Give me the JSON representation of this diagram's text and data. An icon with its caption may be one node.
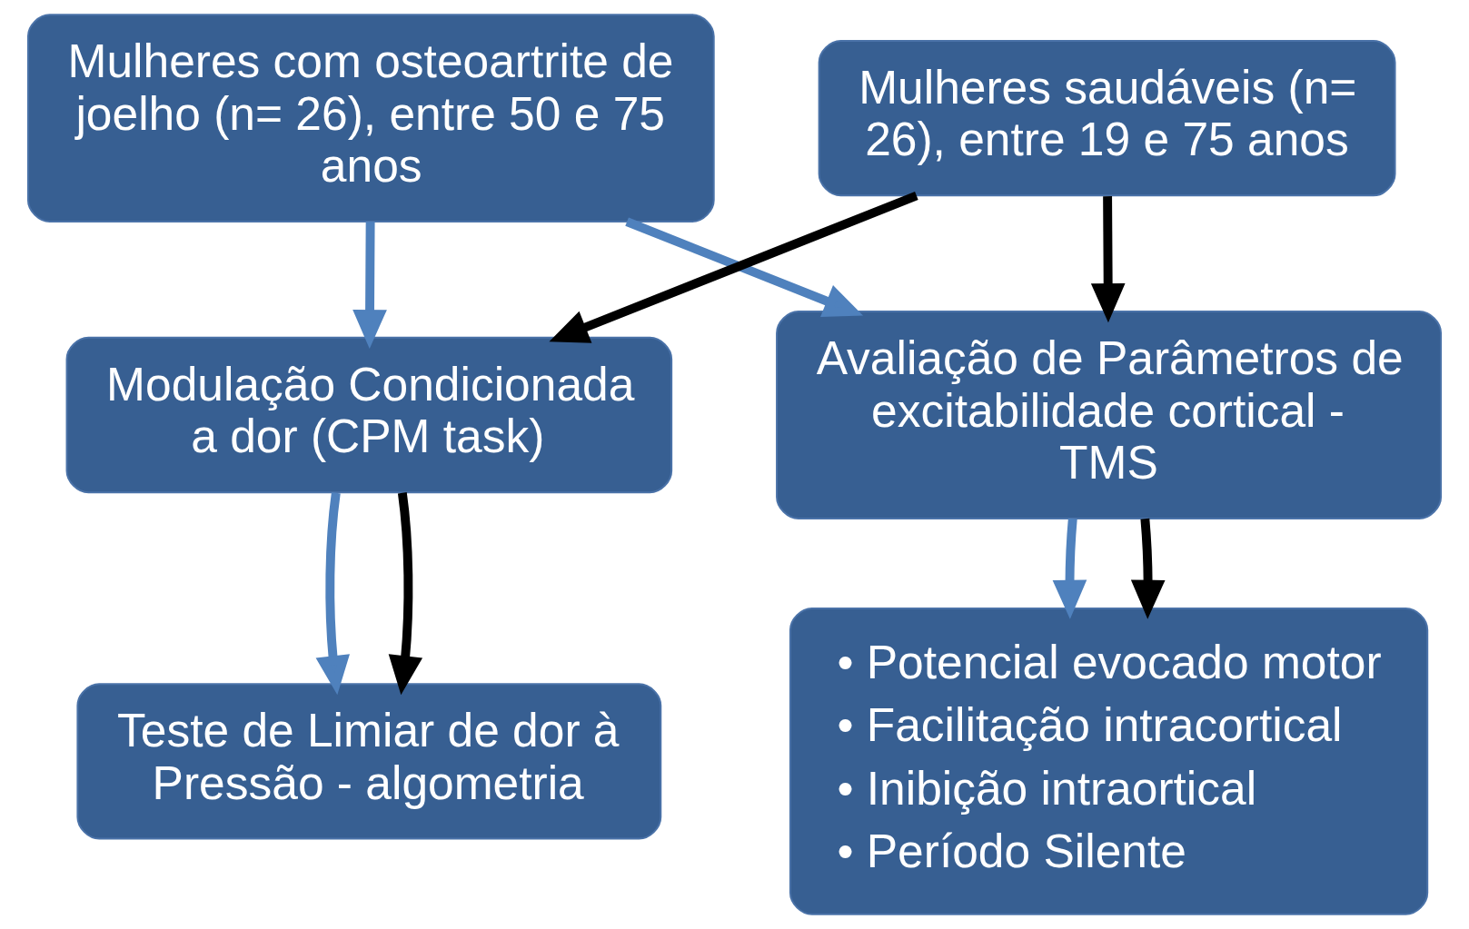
{
  "diagram": {
    "nodes": [
      {
        "text": [
          "Mulheres com osteoartrite de joelho (n= 26), entre 50 e 75 anos"
        ]
      },
      {
        "text": [
          "Mulheres saudáveis (n= 26), entre 19 e 75 anos"
        ]
      },
      {
        "text": [
          "Modulação Condicionada a dor (CPM task)"
        ]
      },
      {
        "text": [
          "Avaliação de Parâmetros de excitabilidade cortical - TMS"
        ]
      },
      {
        "text": [
          "Teste de Limiar de dor à Pressão - algometria"
        ]
      },
      {
        "text": [
          "• Potencial evocado motor",
          "• Facilitação intracortical",
          "• Inibição intraortical",
          "• Período Silente"
        ]
      }
    ],
    "edges": [
      {
        "from": 0,
        "to": 2,
        "arrow": "to",
        "color": "#4f81bd"
      },
      {
        "from": 1,
        "to": 2,
        "arrow": "to",
        "color": "#000000"
      },
      {
        "from": 0,
        "to": 3,
        "arrow": "to",
        "color": "#4f81bd"
      },
      {
        "from": 1,
        "to": 3,
        "arrow": "to",
        "color": "#000000"
      },
      {
        "from": 2,
        "to": 4,
        "arrow": "to",
        "color": "#4f81bd"
      },
      {
        "from": 2,
        "to": 4,
        "arrow": "to",
        "color": "#000000"
      },
      {
        "from": 3,
        "to": 5,
        "arrow": "to",
        "color": "#4f81bd"
      },
      {
        "from": 3,
        "to": 5,
        "arrow": "to",
        "color": "#000000"
      }
    ]
  }
}
